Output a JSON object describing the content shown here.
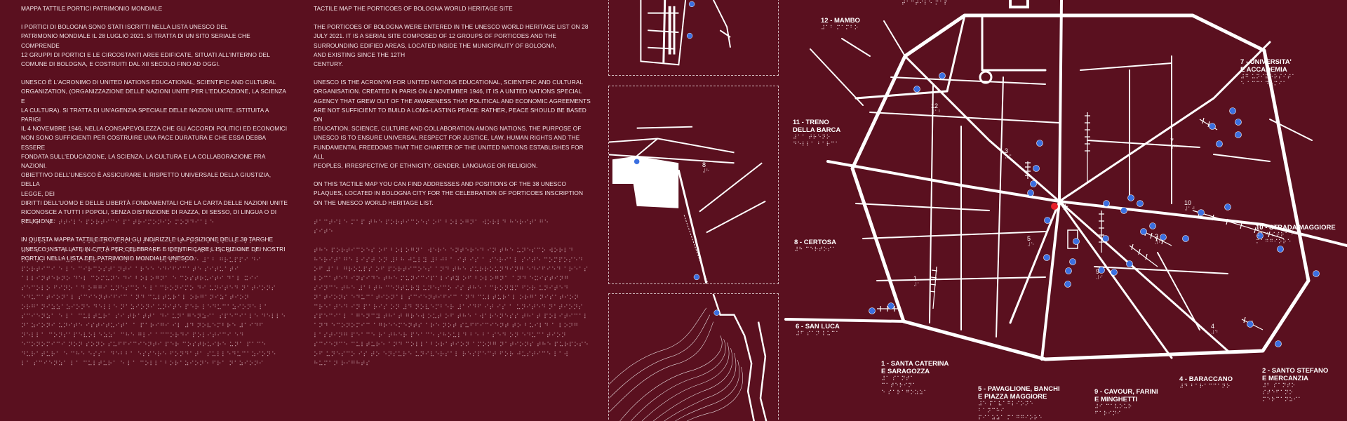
{
  "italian": {
    "title": "MAPPA TATTILE PORTICI PATRIMONIO MONDIALE",
    "p1": "I PORTICI DI BOLOGNA SONO STATI ISCRITTI NELLA LISTA UNESCO DEL\nPATRIMONIO MONDIALE IL 28 LUGLIO 2021. SI TRATTA DI UN SITO SERIALE CHE COMPRENDE\n12 GRUPPI DI PORTICI E LE CIRCOSTANTI AREE EDIFICATE, SITUATI ALL'INTERNO DEL\nCOMUNE DI BOLOGNA, E COSTRUITI DAL XII SECOLO FINO AD OGGI.",
    "p2": "UNESCO È L'ACRONIMO DI UNITED NATIONS EDUCATIONAL, SCIENTIFIC AND CULTURAL\nORGANIZATION, (ORGANIZZAZIONE DELLE NAZIONI UNITE PER L'EDUCAZIONE, LA SCIENZA E\nLA CULTURA). SI TRATTA DI UN'AGENZIA SPECIALE DELLE NAZIONI UNITE, ISTITUITA A PARIGI\nIL 4 NOVEMBRE 1946, NELLA CONSAPEVOLEZZA CHE GLI ACCORDI POLITICI ED ECONOMICI\nNON SONO SUFFICIENTI PER COSTRUIRE UNA PACE DURATURA E CHE ESSA DEBBA ESSERE\nFONDATA SULL'EDUCAZIONE, LA SCIENZA, LA CULTURA E LA COLLABORAZIONE FRA NAZIONI.\nOBIETTIVO DELL'UNESCO È ASSICURARE IL RISPETTO UNIVERSALE DELLA GIUSTIZIA, DELLA\nLEGGE, DEI\nDIRITTI DELL'UOMO E DELLE LIBERTÀ FONDAMENTALI CHE LA CARTA DELLE NAZIONI UNITE\nRICONOSCE A TUTTI I POPOLI, SENZA DISTINZIONE DI RAZZA, DI SESSO, DI LINGUA O DI\nRELIGIONE.",
    "p3": "IN QUESTA MAPPA TATTILE TROVERAI GLI INDIRIZZI E LA POSIZIONE DELLE 38 TARGHE\nUNESCO INSTALLATE IN CITTÀ PER CELEBRARE E IDENTIFICARE L'ISCRIZIONE DEI NOSTRI\nPORTICI NELLA LISTA DEL PATRIMONIO MONDIALE UNESCO."
  },
  "english": {
    "title": "TACTILE MAP THE PORTICOES OF BOLOGNA WORLD HERITAGE SITE",
    "p1": "THE PORTICOES OF BOLOGNA WERE ENTERED IN THE UNESCO WORLD HERITAGE LIST ON 28\nJULY 2021. IT IS A SERIAL SITE COMPOSED OF 12 GROUPS OF PORTICOES AND THE\nSURROUNDING EDIFIED AREAS, LOCATED INSIDE THE MUNICIPALITY OF BOLOGNA,\nAND EXISTING SINCE THE 12TH\nCENTURY.",
    "p2": "UNESCO IS THE ACRONYM FOR UNITED NATIONS EDUCATIONAL, SCIENTIFIC AND CULTURAL\nORGANISATION. CREATED IN PARIS ON 4 NOVEMBER 1946, IT IS A UNITED NATIONS SPECIAL\nAGENCY THAT GREW OUT OF THE AWARENESS THAT POLITICAL AND ECONOMIC AGREEMENTS\nARE NOT SUFFICIENT TO BUILD A LONG-LASTING PEACE: RATHER, PEACE SHOULD BE BASED\nON\nEDUCATION, SCIENCE, CULTURE AND COLLABORATION AMONG NATIONS. THE PURPOSE OF\nUNESCO IS TO ENSURE UNIVERSAL RESPECT FOR JUSTICE, LAW, HUMAN RIGHTS AND THE\nFUNDAMENTAL FREEDOMS THAT THE CHARTER OF THE UNITED NATIONS ESTABLISHES FOR\nALL\nPEOPLES, IRRESPECTIVE OF ETHNICITY, GENDER, LANGUAGE OR RELIGION.",
    "p3": "ON THIS TACTILE MAP YOU CAN FIND ADDRESSES AND POSITIONS OF THE 38 UNESCO\nPLAQUES, LOCATED IN BOLOGNA CITY FOR THE CELEBRATION OF PORTICOES INSCRIPTION\nON THE UNESCO WORLD HERITAGE LIST."
  },
  "braille": {
    "it": "⠍⠁⠏⠏⠁ ⠞⠁⠞⠞⠊⠇⠑ ⠏⠕⠗⠞⠊⠉⠊ ⠏⠁⠞⠗⠊⠍⠕⠝⠊⠕ ⠍⠕⠝⠙⠊⠁⠇⠑\n\n⠊ ⠏⠕⠗⠞⠊⠉⠊ ⠙⠊ ⠃⠕⠇⠕⠛⠝⠁ ⠎⠕⠝⠕ ⠎⠞⠁⠞⠊ ⠊⠎⠉⠗⠊⠞⠞⠊ ⠝⠑⠇⠇⠁ ⠇⠊⠎⠞⠁ ⠥⠝⠑⠎⠉⠕ ⠙⠑⠇ ⠏⠁⠞⠗⠊⠍⠕⠝⠊⠕ ⠍⠕⠝⠙⠊⠁⠇⠑ ⠊⠇ ⠼⠃⠓ ⠇⠥⠛⠇⠊⠕ ⠼⠃⠚⠃⠁ ⠎⠊ ⠞⠗⠁⠞⠞⠁ ⠙⠊ ⠥⠝ ⠎⠊⠞⠕ ⠎⠑⠗⠊⠁⠇⠑ ⠉⠓⠑ ⠉⠕⠍⠏⠗⠑⠝⠙⠑ ⠼⠁⠃ ⠛⠗⠥⠏⠏⠊ ⠙⠊ ⠏⠕⠗⠞⠊⠉⠊ ⠑ ⠇⠑ ⠉⠊⠗⠉⠕⠎⠞⠁⠝⠞⠊ ⠁⠗⠑⠑ ⠑⠙⠊⠋⠊⠉⠁⠞⠑ ⠎⠊⠞⠥⠁⠞⠊ ⠁⠇⠇⠊⠝⠞⠑⠗⠝⠕ ⠙⠑⠇ ⠉⠕⠍⠥⠝⠑ ⠙⠊ ⠃⠕⠇⠕⠛⠝⠁ ⠑ ⠉⠕⠎⠞⠗⠥⠊⠞⠊ ⠙⠁⠇ ⠭⠊⠊ ⠎⠑⠉⠕⠇⠕ ⠋⠊⠝⠕ ⠁⠙ ⠕⠛⠛⠊ ⠥⠝⠑⠎⠉⠕ ⠑ ⠇⠁⠉⠗⠕⠝⠊⠍⠕ ⠙⠊ ⠥⠝⠊⠞⠑⠙ ⠝⠁⠞⠊⠕⠝⠎ ⠑⠙⠥⠉⠁⠞⠊⠕⠝⠁⠇ ⠎⠉⠊⠑⠝⠞⠊⠋⠊⠉ ⠁⠝⠙ ⠉⠥⠇⠞⠥⠗⠁⠇ ⠕⠗⠛⠁⠝⠊⠵⠁⠞⠊⠕⠝ ⠕⠗⠛⠁⠝⠊⠵⠵⠁⠵⠊⠕⠝⠑ ⠙⠑⠇⠇⠑ ⠝⠁⠵⠊⠕⠝⠊ ⠥⠝⠊⠞⠑ ⠏⠑⠗ ⠇⠑⠙⠥⠉⠁⠵⠊⠕⠝⠑ ⠇⠁ ⠎⠉⠊⠑⠝⠵⠁ ⠑ ⠇⠁ ⠉⠥⠇⠞⠥⠗⠁ ⠎⠊ ⠞⠗⠁⠞⠞⠁ ⠙⠊ ⠥⠝⠁⠛⠑⠝⠵⠊⠁ ⠎⠏⠑⠉⠊⠁⠇⠑ ⠙⠑⠇⠇⠑ ⠝⠁⠵⠊⠕⠝⠊ ⠥⠝⠊⠞⠑ ⠊⠎⠞⠊⠞⠥⠊⠞⠁ ⠁ ⠏⠁⠗⠊⠛⠊ ⠊⠇ ⠼⠙ ⠝⠕⠧⠑⠍⠃⠗⠑ ⠼⠁⠊⠙⠋ ⠝⠑⠇⠇⠁ ⠉⠕⠝⠎⠁⠏⠑⠧⠕⠇⠑⠵⠵⠁ ⠉⠓⠑ ⠛⠇⠊ ⠁⠉⠉⠕⠗⠙⠊ ⠏⠕⠇⠊⠞⠊⠉⠊ ⠑⠙ ⠑⠉⠕⠝⠕⠍⠊⠉⠊ ⠝⠕⠝ ⠎⠕⠝⠕ ⠎⠥⠋⠋⠊⠉⠊⠑⠝⠞⠊ ⠏⠑⠗ ⠉⠕⠎⠞⠗⠥⠊⠗⠑ ⠥⠝⠁ ⠏⠁⠉⠑ ⠙⠥⠗⠁⠞⠥⠗⠁ ⠑ ⠉⠓⠑ ⠑⠎⠎⠁ ⠙⠑⠃⠃⠁ ⠑⠎⠎⠑⠗⠑ ⠋⠕⠝⠙⠁⠞⠁ ⠎⠥⠇⠇⠑⠙⠥⠉⠁⠵⠊⠕⠝⠑ ⠇⠁ ⠎⠉⠊⠑⠝⠵⠁ ⠇⠁ ⠉⠥⠇⠞⠥⠗⠁ ⠑ ⠇⠁ ⠉⠕⠇⠇⠁⠃⠕⠗⠁⠵⠊⠕⠝⠑ ⠋⠗⠁ ⠝⠁⠵⠊⠕⠝⠊",
    "en": "⠞⠁⠉⠞⠊⠇⠑ ⠍⠁⠏ ⠞⠓⠑ ⠏⠕⠗⠞⠊⠉⠕⠑⠎ ⠕⠋ ⠃⠕⠇⠕⠛⠝⠁ ⠺⠕⠗⠇⠙ ⠓⠑⠗⠊⠞⠁⠛⠑\n⠎⠊⠞⠑\n\n⠞⠓⠑ ⠏⠕⠗⠞⠊⠉⠕⠑⠎ ⠕⠋ ⠃⠕⠇⠕⠛⠝⠁ ⠺⠑⠗⠑ ⠑⠝⠞⠑⠗⠑⠙ ⠊⠝ ⠞⠓⠑ ⠥⠝⠑⠎⠉⠕ ⠺⠕⠗⠇⠙ ⠓⠑⠗⠊⠞⠁⠛⠑ ⠇⠊⠎⠞ ⠕⠝ ⠼⠃⠓ ⠚⠥⠇⠽ ⠼⠃⠚⠃⠁ ⠊⠞ ⠊⠎ ⠁ ⠎⠑⠗⠊⠁⠇ ⠎⠊⠞⠑ ⠉⠕⠍⠏⠕⠎⠑⠙ ⠕⠋ ⠼⠁⠃ ⠛⠗⠕⠥⠏⠎ ⠕⠋ ⠏⠕⠗⠞⠊⠉⠕⠑⠎ ⠁⠝⠙ ⠞⠓⠑ ⠎⠥⠗⠗⠕⠥⠝⠙⠊⠝⠛ ⠑⠙⠊⠋⠊⠑⠙ ⠁⠗⠑⠁⠎ ⠇⠕⠉⠁⠞⠑⠙ ⠊⠝⠎⠊⠙⠑ ⠞⠓⠑ ⠍⠥⠝⠊⠉⠊⠏⠁⠇⠊⠞⠽ ⠕⠋ ⠃⠕⠇⠕⠛⠝⠁ ⠁⠝⠙ ⠑⠭⠊⠎⠞⠊⠝⠛ ⠎⠊⠝⠉⠑ ⠞⠓⠑ ⠼⠁⠃⠞⠓ ⠉⠑⠝⠞⠥⠗⠽ ⠥⠝⠑⠎⠉⠕ ⠊⠎ ⠞⠓⠑ ⠁⠉⠗⠕⠝⠽⠍ ⠋⠕⠗ ⠥⠝⠊⠞⠑⠙ ⠝⠁⠞⠊⠕⠝⠎ ⠑⠙⠥⠉⠁⠞⠊⠕⠝⠁⠇ ⠎⠉⠊⠑⠝⠞⠊⠋⠊⠉ ⠁⠝⠙ ⠉⠥⠇⠞⠥⠗⠁⠇ ⠕⠗⠛⠁⠝⠊⠎⠁⠞⠊⠕⠝ ⠉⠗⠑⠁⠞⠑⠙ ⠊⠝ ⠏⠁⠗⠊⠎ ⠕⠝ ⠼⠙ ⠝⠕⠧⠑⠍⠃⠑⠗ ⠼⠁⠊⠙⠋ ⠊⠞ ⠊⠎ ⠁ ⠥⠝⠊⠞⠑⠙ ⠝⠁⠞⠊⠕⠝⠎ ⠎⠏⠑⠉⠊⠁⠇ ⠁⠛⠑⠝⠉⠽ ⠞⠓⠁⠞ ⠛⠗⠑⠺ ⠕⠥⠞ ⠕⠋ ⠞⠓⠑ ⠁⠺⠁⠗⠑⠝⠑⠎⠎ ⠞⠓⠁⠞ ⠏⠕⠇⠊⠞⠊⠉⠁⠇ ⠁⠝⠙ ⠑⠉⠕⠝⠕⠍⠊⠉ ⠁⠛⠗⠑⠑⠍⠑⠝⠞⠎ ⠁⠗⠑ ⠝⠕⠞ ⠎⠥⠋⠋⠊⠉⠊⠑⠝⠞ ⠞⠕ ⠃⠥⠊⠇⠙ ⠁ ⠇⠕⠝⠛ ⠇⠁⠎⠞⠊⠝⠛ ⠏⠑⠁⠉⠑ ⠗⠁⠞⠓⠑⠗ ⠏⠑⠁⠉⠑ ⠎⠓⠕⠥⠇⠙ ⠃⠑ ⠃⠁⠎⠑⠙ ⠕⠝ ⠑⠙⠥⠉⠁⠞⠊⠕⠝ ⠎⠉⠊⠑⠝⠉⠑ ⠉⠥⠇⠞⠥⠗⠑ ⠁⠝⠙ ⠉⠕⠇⠇⠁⠃⠕⠗⠁⠞⠊⠕⠝ ⠁⠍⠕⠝⠛ ⠝⠁⠞⠊⠕⠝⠎ ⠞⠓⠑ ⠏⠥⠗⠏⠕⠎⠑ ⠕⠋ ⠥⠝⠑⠎⠉⠕ ⠊⠎ ⠞⠕ ⠑⠝⠎⠥⠗⠑ ⠥⠝⠊⠧⠑⠗⠎⠁⠇ ⠗⠑⠎⠏⠑⠉⠞ ⠋⠕⠗ ⠚⠥⠎⠞⠊⠉⠑ ⠇⠁⠺ ⠓⠥⠍⠁⠝ ⠗⠊⠛⠓⠞⠎"
  },
  "map": {
    "top_braille": "⠞⠁⠉⠞⠊⠇⠑ ⠍⠁⠏",
    "areas": [
      {
        "id": "12",
        "name": "12 - MAMBO",
        "braille": "⠼⠁⠃ ⠍⠁⠍⠃⠕"
      },
      {
        "id": "7",
        "name": "7 - UNIVERSITA'\nE ACCADEMIA",
        "braille": "⠼⠛ ⠥⠝⠊⠧⠑⠗⠎⠊⠞⠁\n⠑ ⠁⠉⠉⠁⠙⠑⠍⠊⠁"
      },
      {
        "id": "11",
        "name": "11 - TRENO\nDELLA  BARCA",
        "braille": "⠼⠁⠁ ⠞⠗⠑⠝⠕\n⠙⠑⠇⠇⠁ ⠃⠁⠗⠉⠁"
      },
      {
        "id": "8",
        "name": "8 - CERTOSA",
        "braille": "⠼⠓ ⠉⠑⠗⠞⠕⠎⠁"
      },
      {
        "id": "10",
        "name": "10 - STRADA MAGGIORE",
        "braille": "⠼⠁⠚ ⠎⠞⠗⠁⠙⠁\n⠍⠁⠛⠛⠊⠕⠗⠑"
      },
      {
        "id": "6",
        "name": "6 - SAN LUCA",
        "braille": "⠼⠋ ⠎⠁⠝ ⠇⠥⠉⠁"
      },
      {
        "id": "1",
        "name": "1 - SANTA CATERINA\nE SARAGOZZA",
        "braille": "⠼⠁ ⠎⠁⠝⠞⠁\n⠉⠁⠞⠑⠗⠊⠝⠁\n⠑ ⠎⠁⠗⠁⠛⠕⠵⠵⠁"
      },
      {
        "id": "5",
        "name": "5 - PAVAGLIONE, BANCHI\nE PIAZZA MAGGIORE",
        "braille": "⠼⠑ ⠏⠁⠧⠁⠛⠇⠊⠕⠝⠑\n⠃⠁⠝⠉⠓⠊\n⠏⠊⠁⠵⠵⠁ ⠍⠁⠛⠛⠊⠕⠗⠑"
      },
      {
        "id": "9",
        "name": "9 - CAVOUR, FARINI\nE MINGHETTI",
        "braille": "⠼⠊ ⠉⠁⠧⠕⠥⠗\n⠋⠁⠗⠊⠝⠊"
      },
      {
        "id": "4",
        "name": "4 - BARACCANO",
        "braille": "⠼⠙ ⠃⠁⠗⠁⠉⠉⠁⠝⠕"
      },
      {
        "id": "2",
        "name": "2 - SANTO STEFANO\nE MERCANZIA",
        "braille": "⠼⠃ ⠎⠁⠝⠞⠕\n⠎⠞⠑⠋⠁⠝⠕\n⠍⠑⠗⠉⠁⠝⠵⠊⠁"
      }
    ],
    "small_numbers": [
      {
        "text": "12",
        "braille": "⠼⠁⠃"
      },
      {
        "text": "3",
        "braille": "⠼⠉"
      },
      {
        "text": "7",
        "braille": "⠼⠛"
      },
      {
        "text": "10",
        "braille": "⠼⠁⠚"
      },
      {
        "text": "5",
        "braille": "⠼⠑"
      },
      {
        "text": "2",
        "braille": "⠼⠃"
      },
      {
        "text": "1",
        "braille": "⠼⠁"
      },
      {
        "text": "9",
        "braille": "⠼⠊"
      },
      {
        "text": "4",
        "braille": "⠼⠙"
      }
    ],
    "inset_certosa_number": {
      "text": "8",
      "braille": "⠼⠓"
    },
    "colors": {
      "background": "#5a101f",
      "roads": "#ffffff",
      "plaque": "#3b6fe0",
      "you_are_here": "#e8202a"
    }
  }
}
